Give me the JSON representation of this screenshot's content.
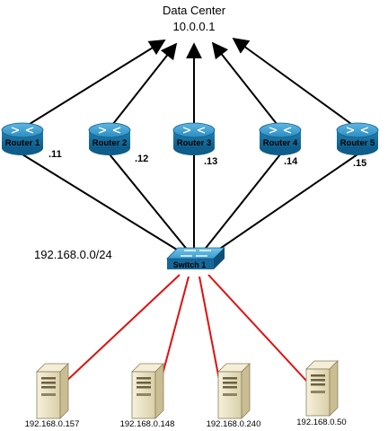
{
  "data_center": {
    "title": "Data Center",
    "ip": "10.0.0.1"
  },
  "subnet": "192.168.0.0/24",
  "switch": {
    "label": "Switch 1"
  },
  "routers": [
    {
      "label": "Router 1",
      "ip_suffix": ".11"
    },
    {
      "label": "Router 2",
      "ip_suffix": ".12"
    },
    {
      "label": "Router 3",
      "ip_suffix": ".13"
    },
    {
      "label": "Router 4",
      "ip_suffix": ".14"
    },
    {
      "label": "Router 5",
      "ip_suffix": ".15"
    }
  ],
  "servers": [
    {
      "ip": "192.168.0.157"
    },
    {
      "ip": "192.168.0.148"
    },
    {
      "ip": "192.168.0.240"
    },
    {
      "ip": "192.168.0.50"
    }
  ],
  "colors": {
    "router_link": "#000000",
    "server_link": "#e01010",
    "router_body": "#1f7fb0",
    "switch_body": "#2a8bc0",
    "server_body": "#ece3c4"
  }
}
